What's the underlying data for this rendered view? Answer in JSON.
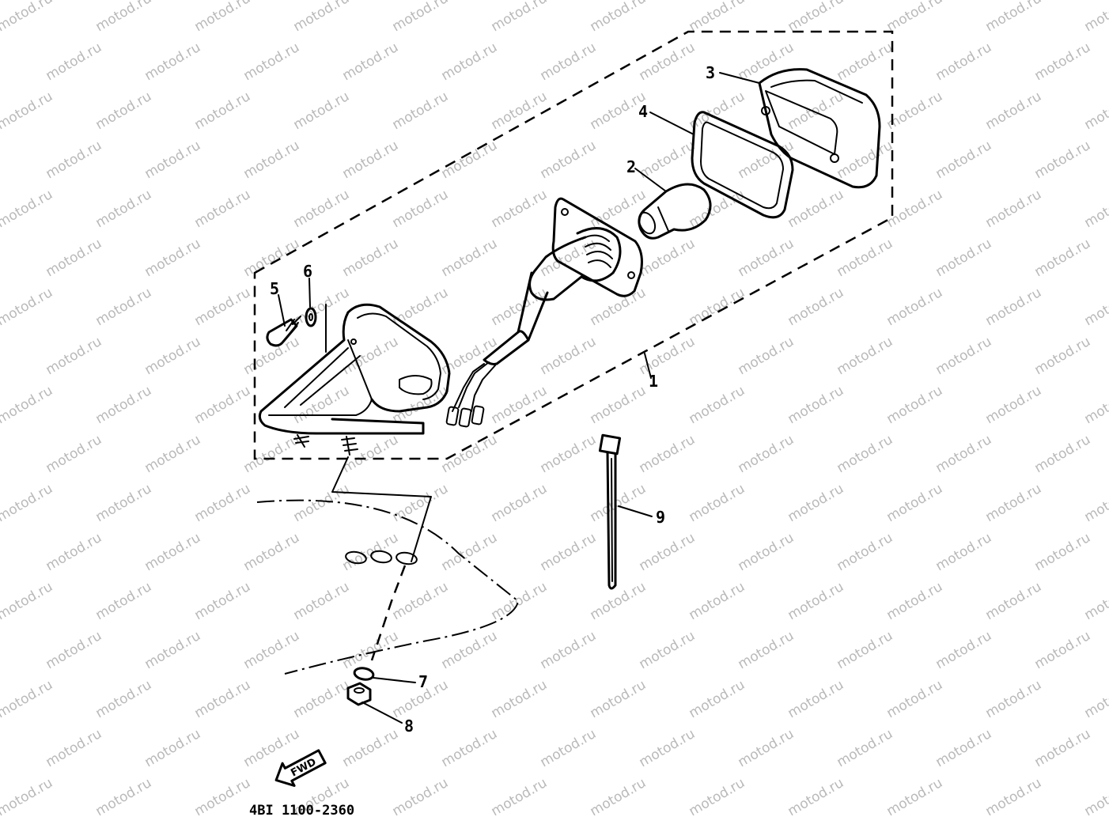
{
  "watermark": "motod.ru",
  "diagram_code": "4BI 1100-2360",
  "direction_label": "FWD",
  "callouts": [
    "1",
    "2",
    "3",
    "4",
    "5",
    "6",
    "7",
    "8",
    "9"
  ]
}
